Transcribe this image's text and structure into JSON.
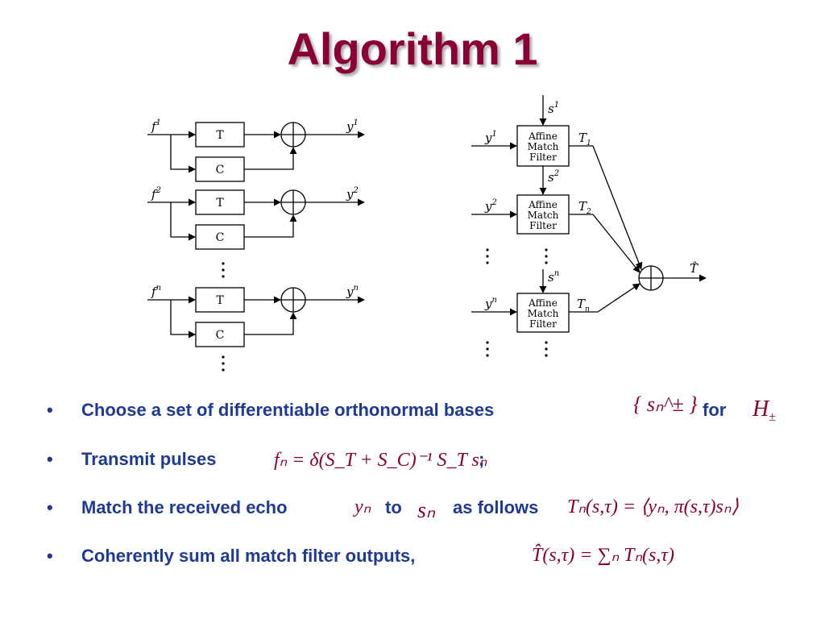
{
  "title": "Algorithm 1",
  "left_diagram": {
    "rows": [
      {
        "input": "f",
        "input_sup": "1",
        "output": "y",
        "output_sup": "1",
        "box_top": "T",
        "box_bottom": "C"
      },
      {
        "input": "f",
        "input_sup": "2",
        "output": "y",
        "output_sup": "2",
        "box_top": "T",
        "box_bottom": "C"
      },
      {
        "input": "f",
        "input_sup": "n",
        "output": "y",
        "output_sup": "n",
        "box_top": "T",
        "box_bottom": "C"
      }
    ]
  },
  "right_diagram": {
    "blocks": [
      {
        "input": "y",
        "input_sup": "1",
        "s": "s",
        "s_sup": "1",
        "line1": "Affine",
        "line2": "Match",
        "line3": "Filter",
        "out": "T",
        "out_sub": "1"
      },
      {
        "input": "y",
        "input_sup": "2",
        "s": "s",
        "s_sup": "2",
        "line1": "Affine",
        "line2": "Match",
        "line3": "Filter",
        "out": "T",
        "out_sub": "2"
      },
      {
        "input": "y",
        "input_sup": "n",
        "s": "s",
        "s_sup": "n",
        "line1": "Affine",
        "line2": "Match",
        "line3": "Filter",
        "out": "T",
        "out_sub": "n"
      }
    ],
    "sum_output": "T̂"
  },
  "bullets": [
    {
      "mark": "•",
      "text": "Choose a set of differentiable orthonormal bases",
      "extra": "for"
    },
    {
      "mark": "•",
      "text": "Transmit pulses",
      "extra": ";"
    },
    {
      "mark": "•",
      "text": "Match the received echo",
      "to": "to",
      "extra": "as follows"
    },
    {
      "mark": "•",
      "text": "Coherently sum all match filter outputs,"
    }
  ],
  "math": {
    "basis": "{ sₙ^± }",
    "h": "H",
    "h_sub": "±",
    "pulse": "fₙ = δ(S_T + S_C)⁻¹ S_T sₙ",
    "echo": "yₙ",
    "sn": "sₙ",
    "match": "Tₙ(s,τ) = ⟨yₙ, π(s,τ)sₙ⟩",
    "sum": "T̂(s,τ) = ∑ₙ Tₙ(s,τ)"
  },
  "colors": {
    "title": "#8b0034",
    "bullet_text": "#1f3a93",
    "math": "#8b0034"
  }
}
